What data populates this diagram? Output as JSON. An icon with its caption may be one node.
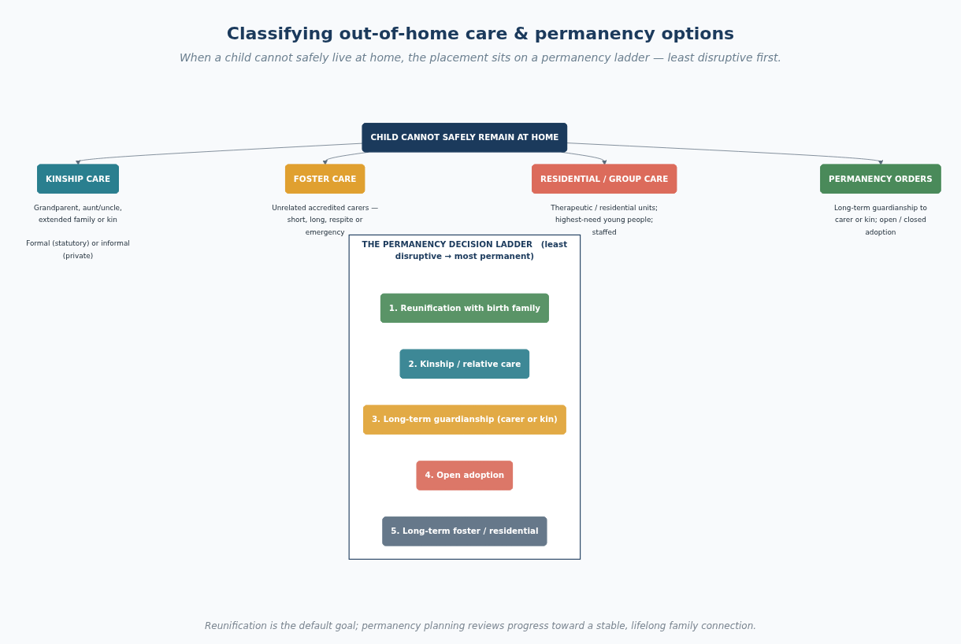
{
  "diagram": {
    "title": "Classifying out-of-home care & permanency options",
    "caption": "Reunification is the default goal; permanency planning reviews progress toward a stable, lifelong family connection.",
    "nodes": [
      {
        "text": [
          "CHILD CANNOT SAFELY REMAIN AT HOME"
        ]
      },
      {
        "text": [
          "KINSHIP CARE"
        ],
        "beside": [
          "Grandparent, aunt/uncle, extended family or kin",
          "Formal (statutory) or informal (private)"
        ]
      },
      {
        "text": [
          "FOSTER CARE"
        ],
        "beside": [
          "Unrelated accredited carers — short, long, respite or emergency"
        ]
      },
      {
        "text": [
          "RESIDENTIAL / GROUP CARE"
        ],
        "beside": [
          "Therapeutic / residential units; highest-need young people; staffed"
        ]
      },
      {
        "text": [
          "PERMANENCY ORDERS"
        ],
        "beside": [
          "Long-term guardianship to carer or kin; open / closed adoption"
        ]
      },
      {
        "text": [
          "THE PERMANENCY DECISION LADDER   (least disruptive → most permanent)"
        ]
      },
      {
        "text": [
          "1.  Reunification with birth family"
        ],
        "in": 5
      },
      {
        "text": [
          "2.  Kinship / relative care"
        ],
        "in": 5
      },
      {
        "text": [
          "3.  Long-term guardianship (carer or kin)"
        ],
        "in": 5
      },
      {
        "text": [
          "4.  Open adoption"
        ],
        "in": 5
      },
      {
        "text": [
          "5.  Long-term foster / residential"
        ],
        "in": 5
      }
    ],
    "edges": [
      {
        "from": 0,
        "to": 1,
        "arrow": "to"
      },
      {
        "from": 0,
        "to": 2,
        "arrow": "to"
      },
      {
        "from": 0,
        "to": 3,
        "arrow": "to"
      },
      {
        "from": 0,
        "to": 4,
        "arrow": "to"
      }
    ],
    "labels": [
      "When a child cannot safely live at home, the placement sits on a permanency ladder — least disruptive first."
    ]
  }
}
